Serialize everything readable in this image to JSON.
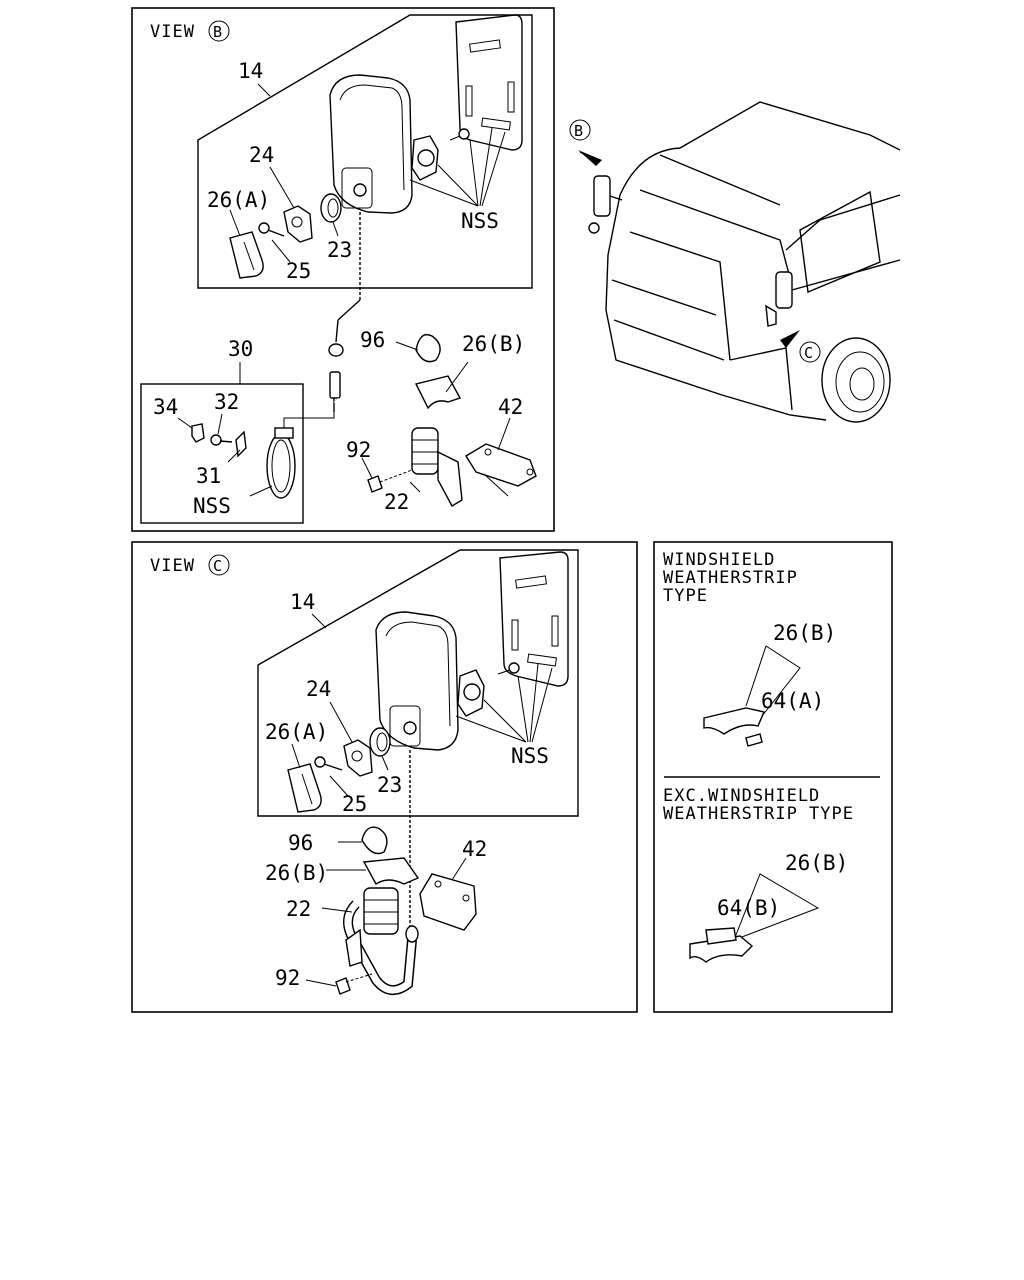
{
  "view_b": {
    "title": "VIEW",
    "title_mark": "B",
    "labels": {
      "p14": "14",
      "p24": "24",
      "p26a": "26(A)",
      "p25": "25",
      "p23": "23",
      "nss_top": "NSS",
      "p30": "30",
      "p96": "96",
      "p26b": "26(B)",
      "p34": "34",
      "p32": "32",
      "p42": "42",
      "p92": "92",
      "p31": "31",
      "p22": "22",
      "nss_bottom": "NSS"
    }
  },
  "truck": {
    "mark_b": "B",
    "mark_c": "C"
  },
  "view_c": {
    "title": "VIEW",
    "title_mark": "C",
    "labels": {
      "p14": "14",
      "p24": "24",
      "p26a": "26(A)",
      "p25": "25",
      "p23": "23",
      "nss": "NSS",
      "p96": "96",
      "p26b": "26(B)",
      "p42": "42",
      "p22": "22",
      "p92": "92"
    }
  },
  "variant_panel": {
    "type1_title_lines": [
      "WINDSHIELD",
      "WEATHERSTRIP",
      "TYPE"
    ],
    "type1_labels": {
      "p26b": "26(B)",
      "p64a": "64(A)"
    },
    "type2_title_lines": [
      "EXC.WINDSHIELD",
      "WEATHERSTRIP TYPE"
    ],
    "type2_labels": {
      "p26b": "26(B)",
      "p64b": "64(B)"
    }
  }
}
